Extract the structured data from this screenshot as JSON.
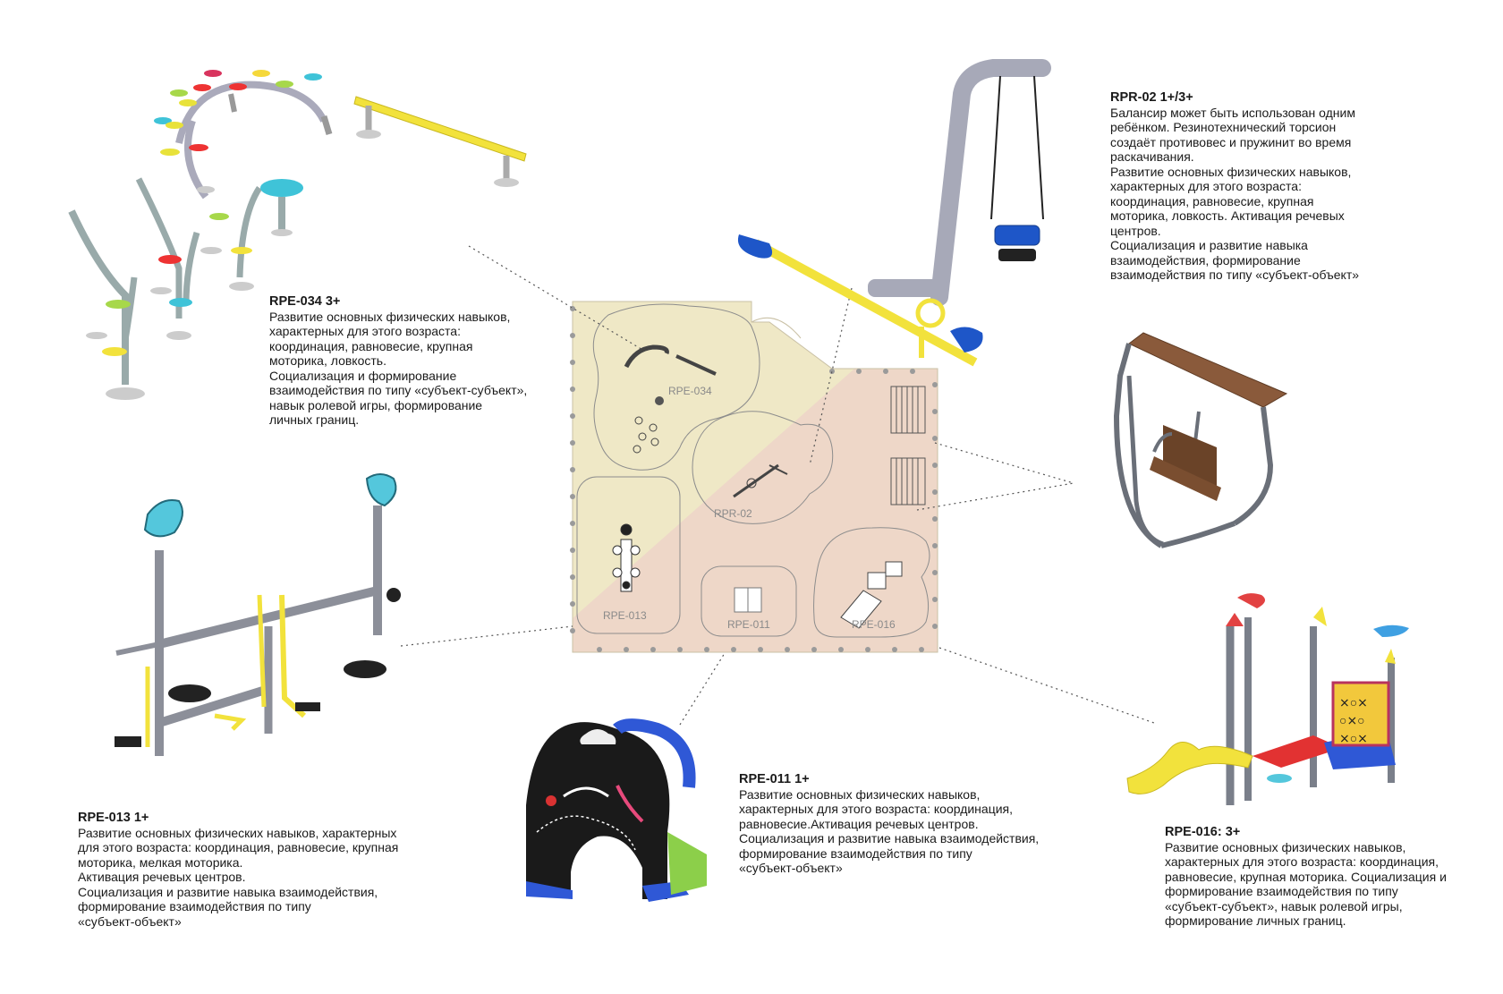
{
  "items": [
    {
      "id": "RPE-034",
      "title": "RPE-034 3+",
      "body": "Развитие основных физических навыков,\nхарактерных для этого возраста:\nкоординация, равновесие, крупная\nмоторика, ловкость.\nСоциализация и формирование\nвзаимодействия по типу «субъект-субъект»,\nнавык ролевой игры, формирование\nличных границ."
    },
    {
      "id": "RPR-02",
      "title": "RPR-02 1+/3+",
      "body": "Балансир может быть использован одним\nребёнком. Резинотехнический торсион\nсоздаёт противовес и пружинит во время\nраскачивания.\nРазвитие основных физических навыков,\nхарактерных для этого возраста:\nкоординация, равновесие, крупная\nмоторика, ловкость. Активация речевых\nцентров.\nСоциализация и развитие навыка\nвзаимодействия, формирование\nвзаимодействия по типу «субъект-объект»"
    },
    {
      "id": "RPE-013",
      "title": "RPE-013 1+",
      "body": "Развитие основных физических навыков, характерных\nдля этого возраста: координация, равновесие, крупная\nмоторика, мелкая моторика.\nАктивация речевых центров.\nСоциализация и развитие навыка взаимодействия,\nформирование взаимодействия по типу\n«субъект-объект»"
    },
    {
      "id": "RPE-011",
      "title": "RPE-011 1+",
      "body": "Развитие основных физических навыков,\nхарактерных для этого возраста: координация,\nравновесие.Активация речевых центров.\nСоциализация и развитие навыка взаимодействия,\nформирование взаимодействия по типу\n«субъект-объект»"
    },
    {
      "id": "RPE-016",
      "title": "RPE-016: 3+",
      "body": "Развитие основных физических навыков,\nхарактерных для этого возраста: координация,\nравновесие, крупная моторика. Социализация и\nформирование взаимодействия по типу\n«субъект-субъект», навык ролевой игры,\nформирование личных границ."
    }
  ],
  "plan_labels": {
    "rpe034": "RPE-034",
    "rpr02": "RPR-02",
    "rpe013": "RPE-013",
    "rpe011": "RPE-011",
    "rpe016": "RPE-016"
  },
  "colors": {
    "plan_yellow": "#efe8c6",
    "plan_pink": "#eed7c8",
    "leader": "#555555"
  }
}
